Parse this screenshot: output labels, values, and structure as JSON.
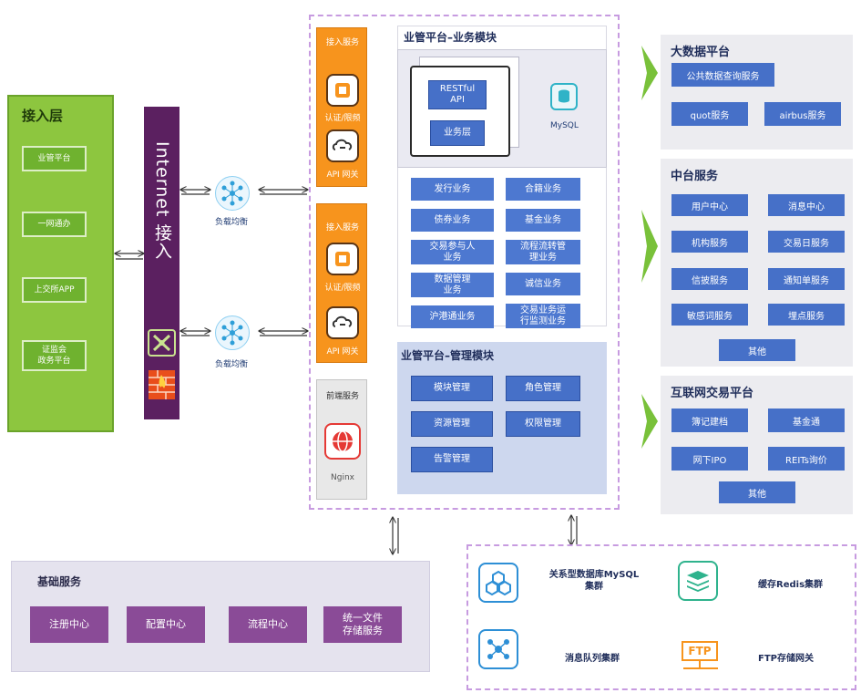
{
  "access_layer": {
    "title": "接入层",
    "items": [
      "业管平台",
      "一网通办",
      "上交所APP",
      "证监会\n政务平台"
    ]
  },
  "internet": {
    "label": "Internet  接入"
  },
  "load_balancer": {
    "label": "负载均衡"
  },
  "gateway": {
    "access_label": "接入服务",
    "auth_label": "认证/限频",
    "api_label": "API 网关",
    "frontend_label": "前端服务",
    "nginx_label": "Nginx"
  },
  "business_module": {
    "title": "业管平台–业务模块",
    "restful": "RESTful\nAPI",
    "business_layer": "业务层",
    "mysql": "MySQL",
    "items": [
      "发行业务",
      "合籍业务",
      "债券业务",
      "基金业务",
      "交易参与人\n业务",
      "流程流转管\n理业务",
      "数据管理\n业务",
      "诚信业务",
      "沪港通业务",
      "交易业务运\n行监测业务"
    ]
  },
  "management_module": {
    "title": "业管平台–管理模块",
    "items": [
      "模块管理",
      "角色管理",
      "资源管理",
      "权限管理",
      "告警管理"
    ]
  },
  "big_data": {
    "title": "大数据平台",
    "items": [
      "公共数据查询服务",
      "quot服务",
      "airbus服务"
    ]
  },
  "middle_platform": {
    "title": "中台服务",
    "items": [
      "用户中心",
      "消息中心",
      "机构服务",
      "交易日服务",
      "信披服务",
      "通知单服务",
      "敏感词服务",
      "埋点服务",
      "其他"
    ]
  },
  "internet_trading": {
    "title": "互联网交易平台",
    "items": [
      "簿记建档",
      "基金通",
      "网下IPO",
      "REITs询价",
      "其他"
    ]
  },
  "base_services": {
    "title": "基础服务",
    "items": [
      "注册中心",
      "配置中心",
      "流程中心",
      "统一文件\n存储服务"
    ]
  },
  "clusters": {
    "mysql": "关系型数据库MySQL\n集群",
    "redis": "缓存Redis集群",
    "mq": "消息队列集群",
    "ftp": "FTP存储网关",
    "ftp_icon_text": "FTP"
  },
  "colors": {
    "access_green": "#8dc63f",
    "internet_purple": "#5b2060",
    "gateway_orange": "#f7941d",
    "button_blue": "#4670c8",
    "base_purple": "#8a4b97"
  }
}
